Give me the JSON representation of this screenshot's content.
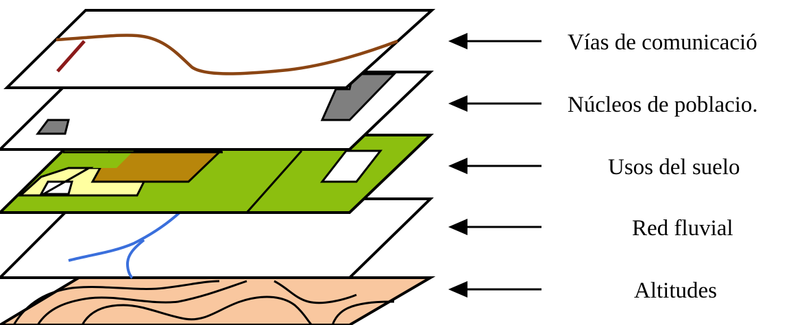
{
  "layers": [
    {
      "id": "vias",
      "label": "Vías de comunicació"
    },
    {
      "id": "nucleos",
      "label": "Núcleos de poblacio."
    },
    {
      "id": "usos",
      "label": "Usos del suelo"
    },
    {
      "id": "red",
      "label": "Red fluvial"
    },
    {
      "id": "altitudes",
      "label": "Altitudes"
    }
  ],
  "colors": {
    "outline": "#000000",
    "plane_fill": "#ffffff",
    "road_main": "#8b4513",
    "road_secondary": "#8b1a1a",
    "settlement": "#7f7f7f",
    "land_green": "#8cbf0f",
    "land_brown": "#b8860b",
    "land_yellow": "#ffffa0",
    "river": "#3a6fdc",
    "terrain": "#f9c79f",
    "contour": "#000000"
  },
  "icons": {
    "pointer": "left-arrow-icon"
  }
}
